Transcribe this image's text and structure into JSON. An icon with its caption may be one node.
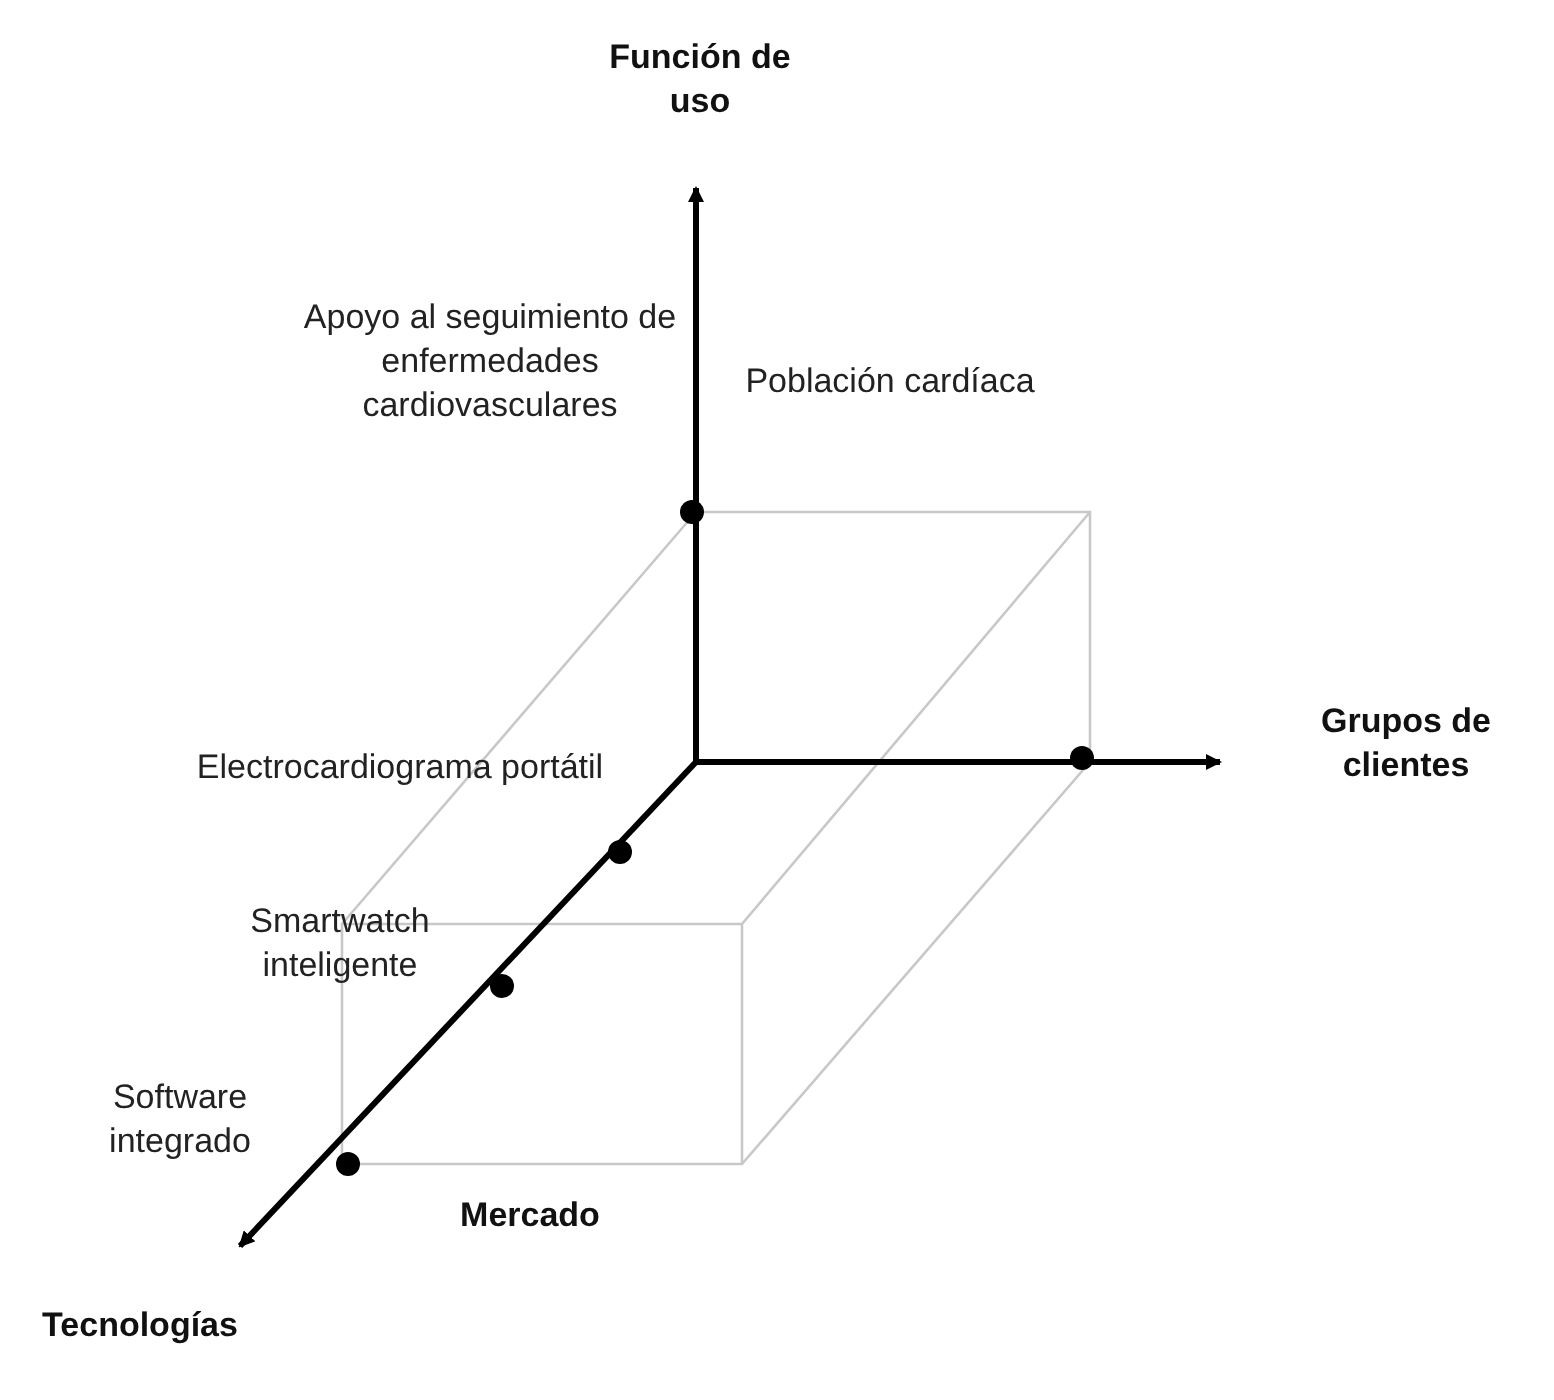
{
  "diagram": {
    "labels": [
      "Función de uso",
      "Apoyo al seguimiento de enfermedades cardiovasculares",
      "Población cardíaca",
      "Grupos de clientes",
      "Electrocardiograma portátil",
      "Smartwatch inteligente",
      "Software integrado",
      "Mercado",
      "Tecnologías"
    ]
  }
}
